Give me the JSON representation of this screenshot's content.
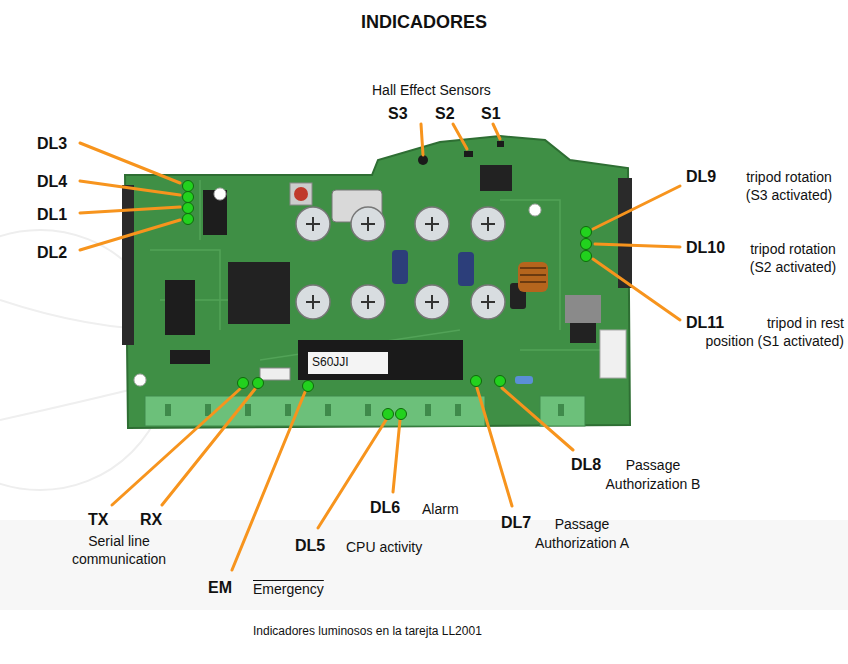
{
  "diagram": {
    "title": "INDICADORES",
    "caption": "Indicadores luminosos en la tarejta LL2001",
    "labels": [
      "Hall Effect Sensors",
      "S3",
      "S2",
      "S1",
      "DL3",
      "DL4",
      "DL1",
      "DL2",
      "DL9",
      "tripod rotation (S3 activated)",
      "DL10",
      "tripod rotation (S2 activated)",
      "DL11",
      "tripod in rest position (S1 activated)",
      "TX",
      "RX",
      "Serial line communication",
      "EM",
      "Emergency",
      "DL5",
      "CPU activity",
      "DL6",
      "Alarm",
      "DL7",
      "Passage Authorization A",
      "DL8",
      "Passage Authorization B",
      "S60JJI"
    ]
  }
}
